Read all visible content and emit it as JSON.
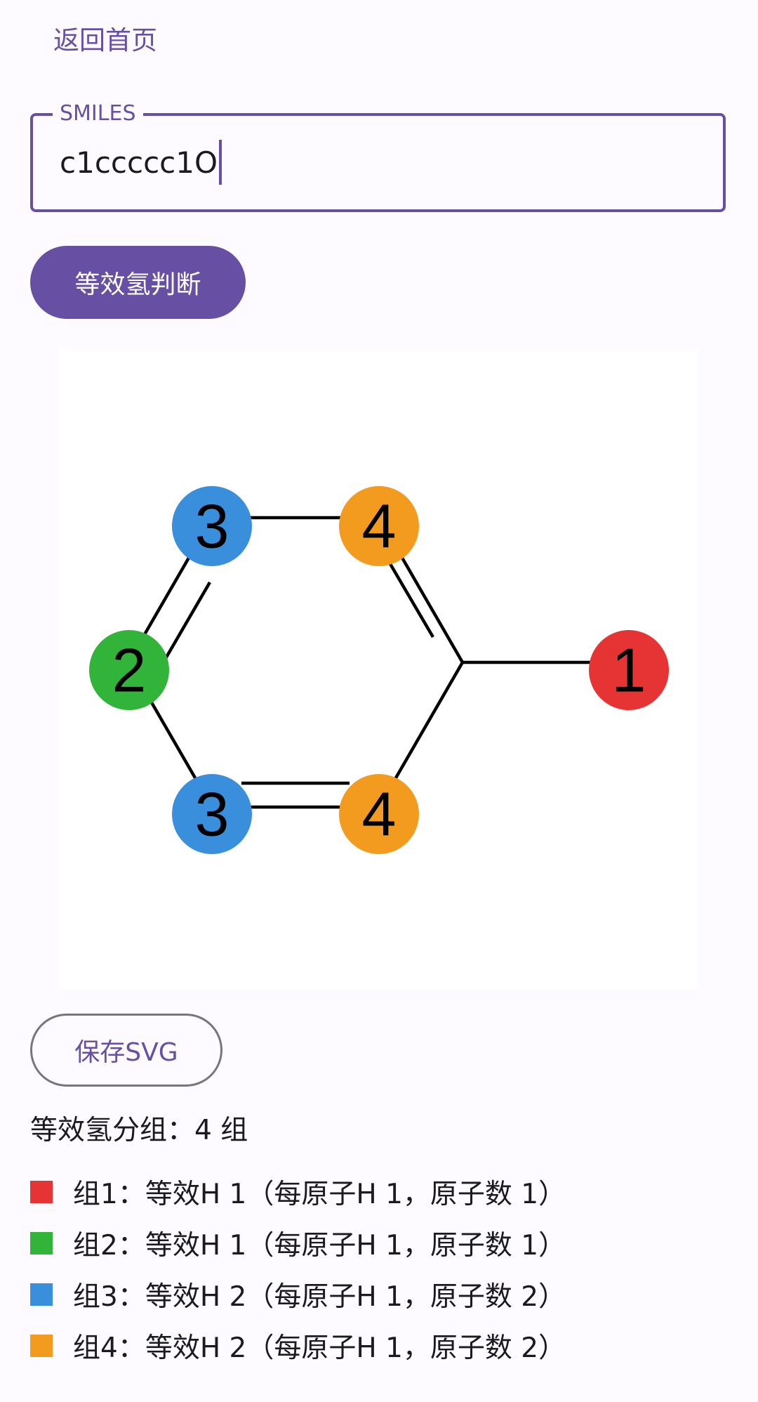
{
  "nav": {
    "back_label": "返回首页"
  },
  "smiles_field": {
    "label": "SMILES",
    "value": "c1ccccc1O"
  },
  "analyze_button": {
    "label": "等效氢判断"
  },
  "molecule": {
    "atoms": [
      {
        "label": "3",
        "color": "#3A8FDC"
      },
      {
        "label": "4",
        "color": "#F29B1F"
      },
      {
        "label": "2",
        "color": "#32B33A"
      },
      {
        "label": "1",
        "color": "#E53433"
      },
      {
        "label": "3",
        "color": "#3A8FDC"
      },
      {
        "label": "4",
        "color": "#F29B1F"
      }
    ]
  },
  "save_button": {
    "label": "保存SVG"
  },
  "summary": {
    "text": "等效氢分组：4 组"
  },
  "groups": [
    {
      "text": "组1：等效H 1（每原子H 1，原子数 1）",
      "color": "#E53433"
    },
    {
      "text": "组2：等效H 1（每原子H 1，原子数 1）",
      "color": "#32B33A"
    },
    {
      "text": "组3：等效H 2（每原子H 1，原子数 2）",
      "color": "#3A8FDC"
    },
    {
      "text": "组4：等效H 2（每原子H 1，原子数 2）",
      "color": "#F29B1F"
    }
  ],
  "colors": {
    "accent": "#6750A4",
    "outline": "#79747E",
    "background": "#FDFBFF"
  }
}
